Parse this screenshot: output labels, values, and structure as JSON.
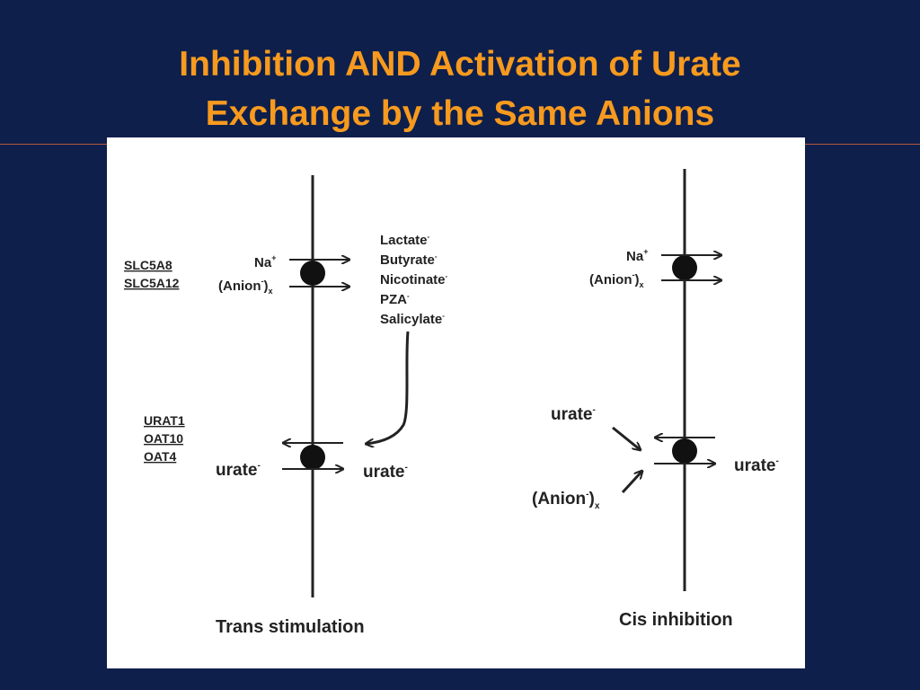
{
  "slide": {
    "title_line1": "Inhibition AND Activation of Urate",
    "title_line2": "Exchange by the Same Anions"
  },
  "diagram": {
    "trans": {
      "transporters_top": [
        "SLC5A8",
        "SLC5A12"
      ],
      "transporters_bottom": [
        "URAT1",
        "OAT10",
        "OAT4"
      ],
      "na": "Na",
      "na_sup": "+",
      "anion": "(Anion",
      "anion_sup": "-",
      "anion_close": ")",
      "anion_sub": "x",
      "anions_list": [
        "Lactate",
        "Butyrate",
        "Nicotinate",
        "PZA",
        "Salicylate"
      ],
      "anion_list_sup": "-",
      "urate_left": "urate",
      "urate_right": "urate",
      "urate_sup": "-",
      "caption": "Trans stimulation"
    },
    "cis": {
      "na": "Na",
      "na_sup": "+",
      "anion": "(Anion",
      "anion_sup": "-",
      "anion_close": ")",
      "anion_sub": "x",
      "urate_in": "urate",
      "urate_out": "urate",
      "urate_sup": "-",
      "anion_in": "(Anion",
      "anion_in_sup": "-",
      "anion_in_close": ")",
      "anion_in_sub": "x",
      "caption": "Cis inhibition"
    }
  }
}
